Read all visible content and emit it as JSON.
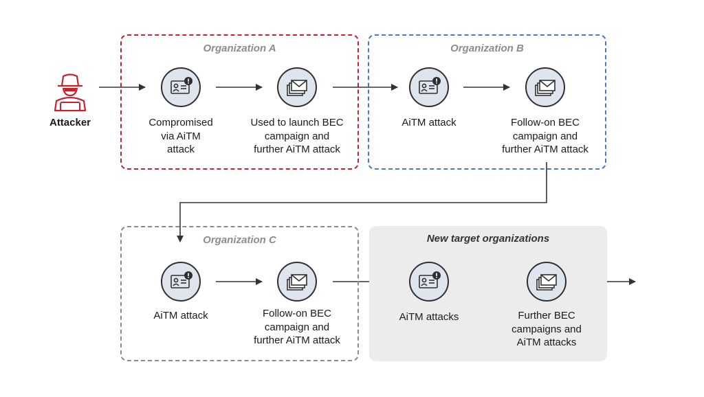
{
  "attacker": {
    "label": "Attacker",
    "icon": "hacker-icon",
    "color": "#c8202d"
  },
  "organizations": [
    {
      "title": "Organization A",
      "border_color": "#c8202d",
      "steps": [
        {
          "label": "Compromised\nvia AiTM\nattack",
          "icon": "id-card-alert-icon"
        },
        {
          "label": "Used to launch BEC\ncampaign and\nfurther AiTM attack",
          "icon": "email-stack-icon"
        }
      ]
    },
    {
      "title": "Organization B",
      "border_color": "#4a78c8",
      "steps": [
        {
          "label": "AiTM attack",
          "icon": "id-card-alert-icon"
        },
        {
          "label": "Follow-on BEC\ncampaign and\nfurther AiTM attack",
          "icon": "email-stack-icon"
        }
      ]
    },
    {
      "title": "Organization C",
      "border_color": "#8a8a8a",
      "steps": [
        {
          "label": "AiTM attack",
          "icon": "id-card-alert-icon"
        },
        {
          "label": "Follow-on BEC\ncampaign and\nfurther AiTM attack",
          "icon": "email-stack-icon"
        }
      ]
    },
    {
      "title": "New target organizations",
      "background": "#ececec",
      "steps": [
        {
          "label": "AiTM attacks",
          "icon": "id-card-alert-icon"
        },
        {
          "label": "Further BEC\ncampaigns and\nAiTM attacks",
          "icon": "email-stack-icon"
        }
      ]
    }
  ]
}
